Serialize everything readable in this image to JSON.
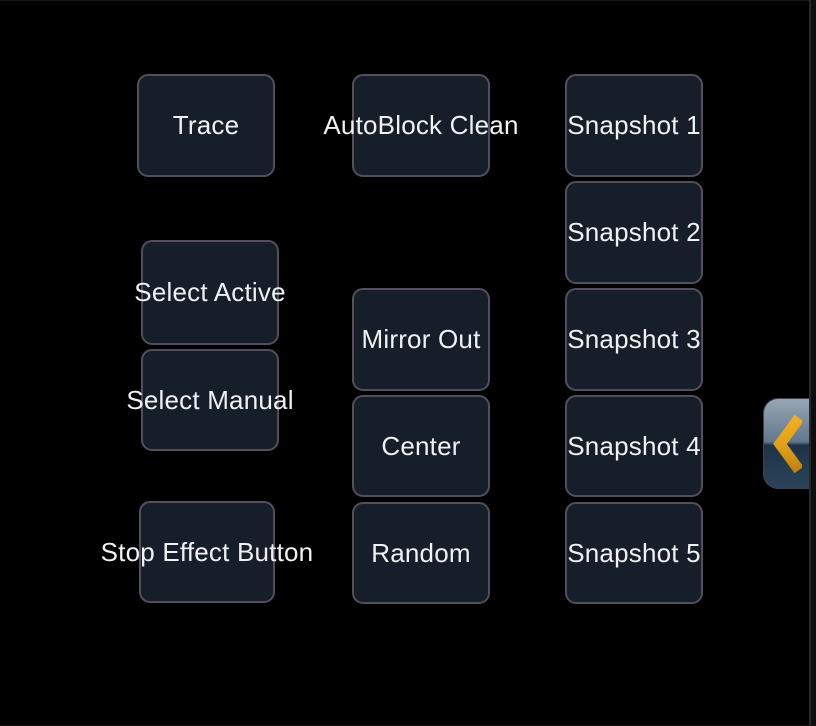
{
  "panel": {
    "background": "#000000",
    "button_fill": "#161e29",
    "button_border": "#534e5b",
    "button_text_color": "#eff1f3",
    "columns": 3
  },
  "buttons": {
    "trace": {
      "label": "Trace"
    },
    "select_active": {
      "label": "Select Active"
    },
    "select_manual": {
      "label": "Select Manual"
    },
    "stop_effect": {
      "label": "Stop Effect Button"
    },
    "autoblock_clean": {
      "label": "AutoBlock Clean"
    },
    "mirror_out": {
      "label": "Mirror Out"
    },
    "center": {
      "label": "Center"
    },
    "random": {
      "label": "Random"
    },
    "snapshot1": {
      "label": "Snapshot 1"
    },
    "snapshot2": {
      "label": "Snapshot 2"
    },
    "snapshot3": {
      "label": "Snapshot 3"
    },
    "snapshot4": {
      "label": "Snapshot 4"
    },
    "snapshot5": {
      "label": "Snapshot 5"
    }
  },
  "side_handle": {
    "icon": "chevron-left",
    "chevron_color_top": "#f2ae1e",
    "chevron_color_bottom": "#bf8312",
    "body_color_top": "#97a6b4",
    "body_color_bottom": "#2b4259"
  }
}
